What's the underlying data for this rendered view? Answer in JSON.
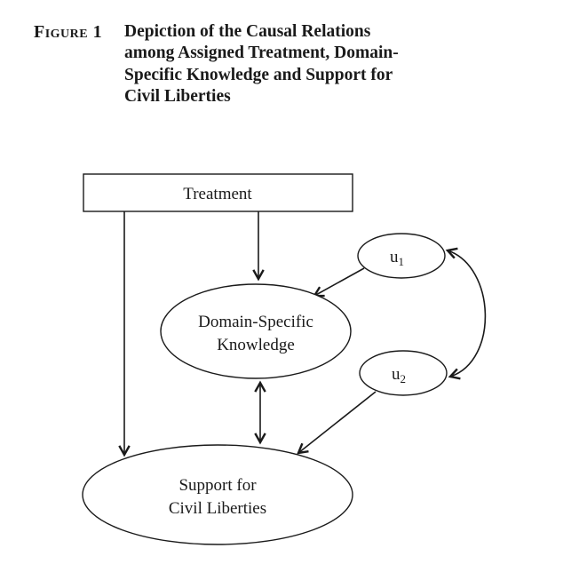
{
  "figure": {
    "label": "Figure 1",
    "title_lines": [
      "Depiction of the Causal Relations",
      "among Assigned Treatment, Domain-",
      "Specific Knowledge and Support for",
      "Civil Liberties"
    ]
  },
  "nodes": {
    "treatment": {
      "label": "Treatment"
    },
    "knowledge": {
      "line1": "Domain-Specific",
      "line2": "Knowledge"
    },
    "support": {
      "line1": "Support for",
      "line2": "Civil Liberties"
    },
    "u1": {
      "base": "u",
      "sub": "1"
    },
    "u2": {
      "base": "u",
      "sub": "2"
    }
  },
  "edges": [
    {
      "from": "treatment",
      "to": "knowledge",
      "type": "directed"
    },
    {
      "from": "treatment",
      "to": "support",
      "type": "directed"
    },
    {
      "from": "u1",
      "to": "knowledge",
      "type": "directed"
    },
    {
      "from": "u2",
      "to": "support",
      "type": "directed"
    },
    {
      "from": "knowledge",
      "to": "support",
      "type": "bidirected"
    },
    {
      "from": "u1",
      "to": "u2",
      "type": "bidirected-curved"
    }
  ],
  "colors": {
    "ink": "#1a1a1a",
    "background": "#ffffff"
  }
}
